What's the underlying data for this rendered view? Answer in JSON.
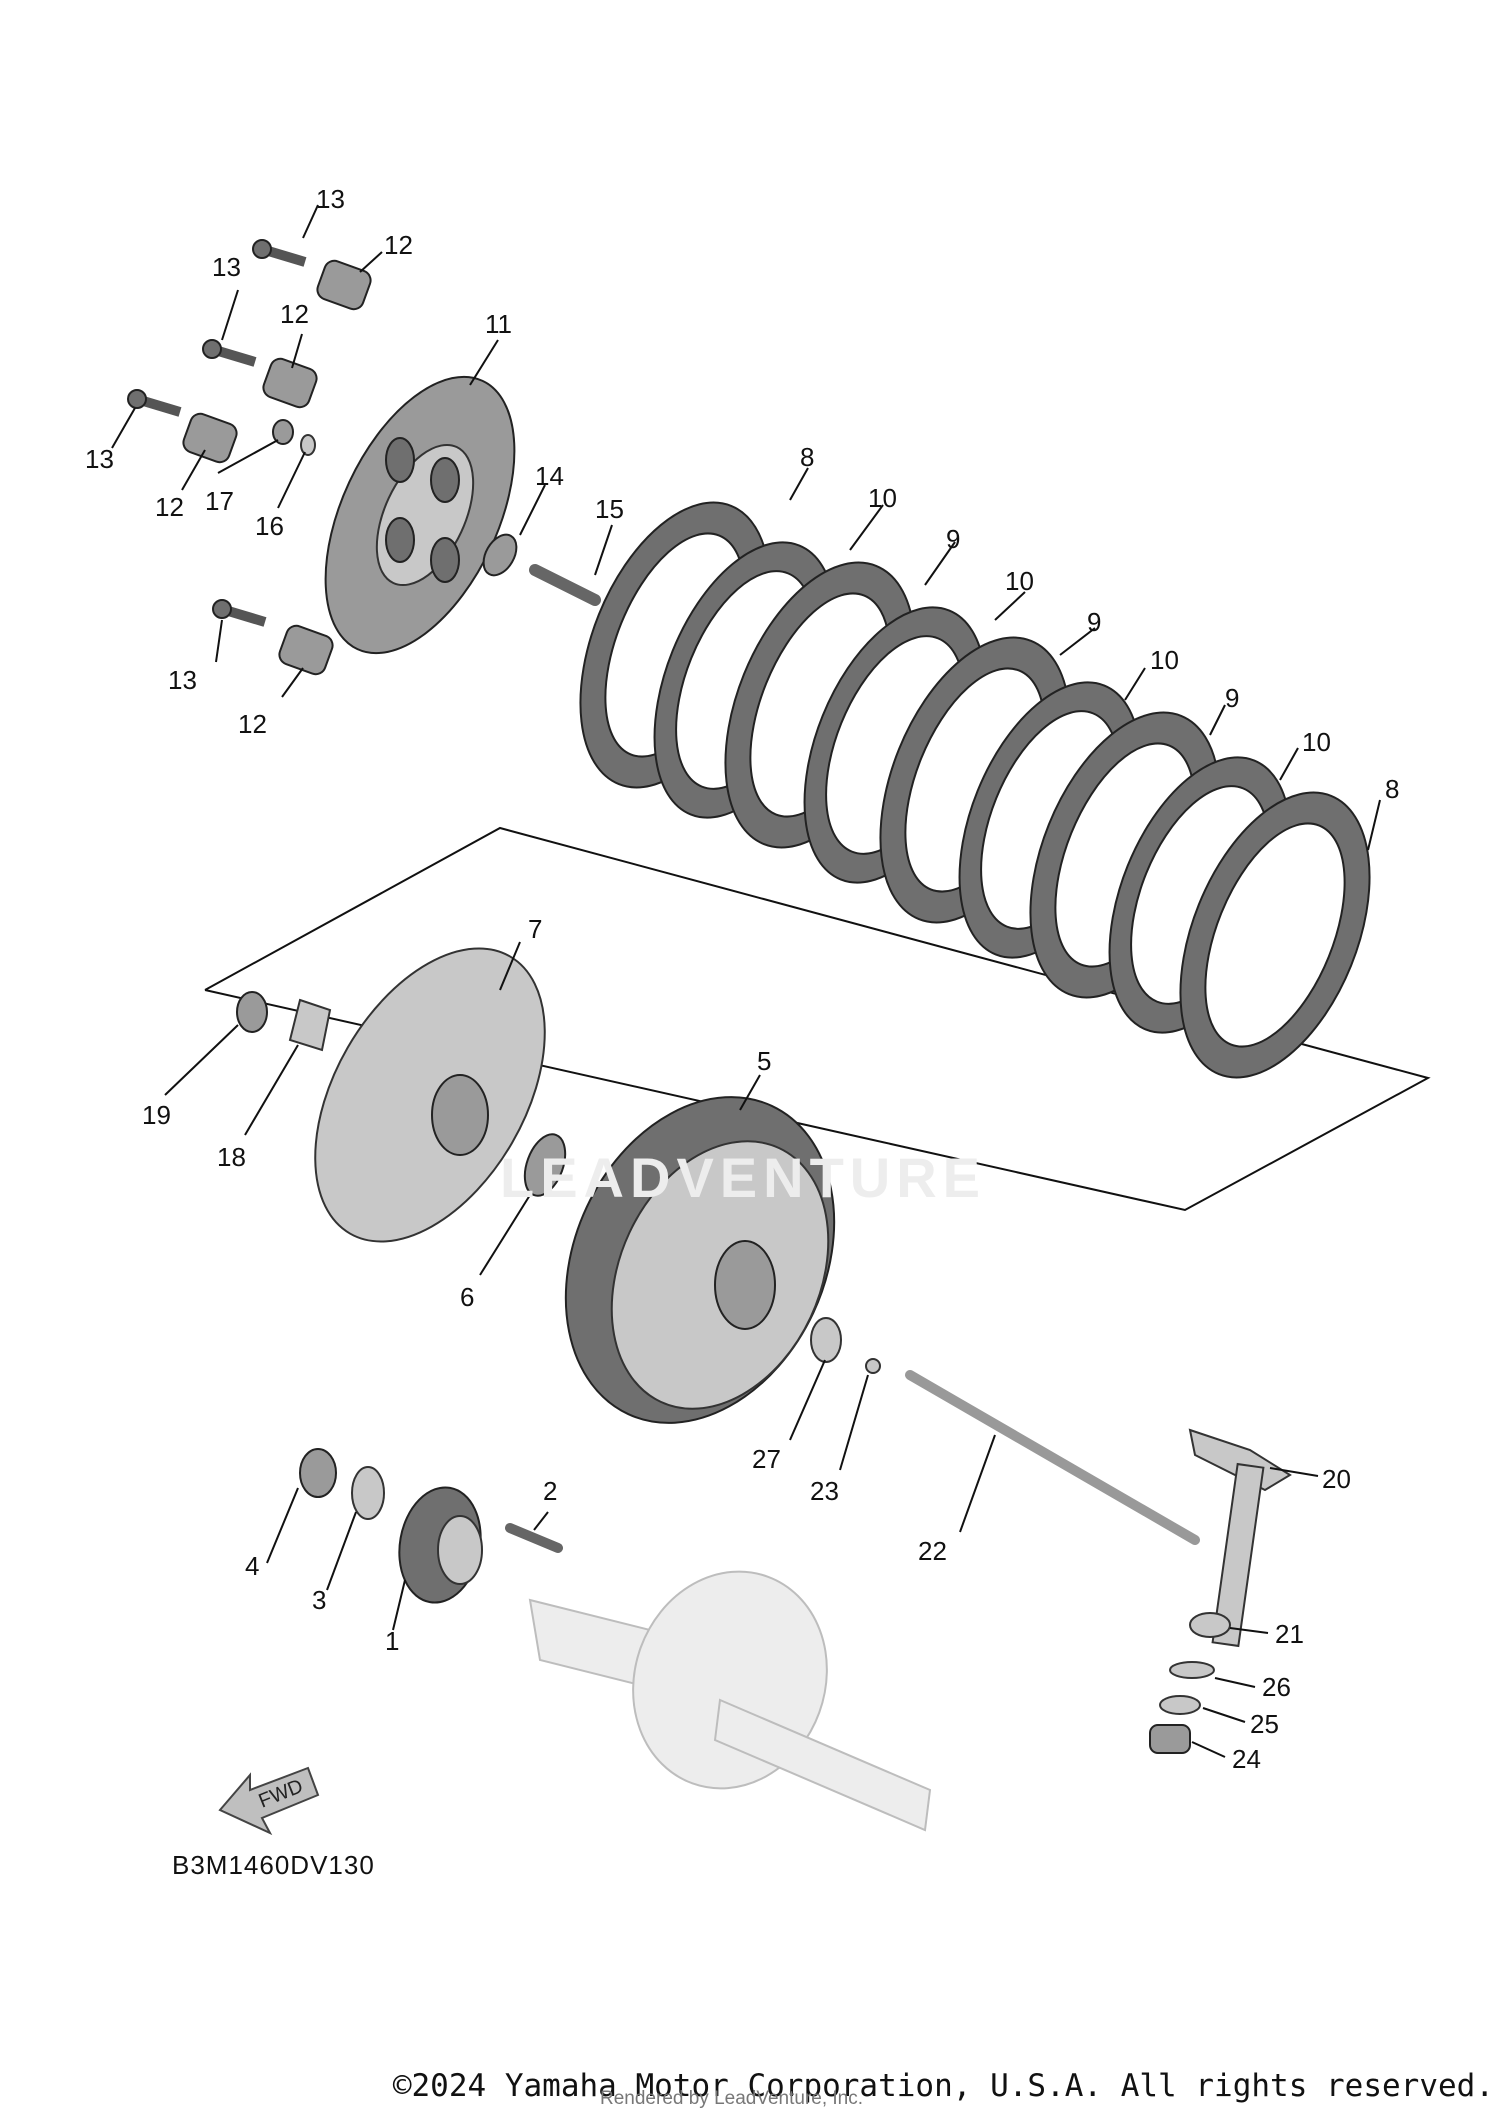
{
  "diagram": {
    "reference_code": "B3M1460DV130",
    "fwd_label": "FWD",
    "watermark": "LEADVENTURE",
    "copyright": "©2024 Yamaha Motor Corporation, U.S.A. All rights reserved.",
    "rendered_by": "Rendered by LeadVenture, Inc.",
    "callouts": {
      "c1": "1",
      "c2": "2",
      "c3": "3",
      "c4": "4",
      "c5": "5",
      "c6": "6",
      "c7": "7",
      "c8a": "8",
      "c8b": "8",
      "c9a": "9",
      "c9b": "9",
      "c9c": "9",
      "c10a": "10",
      "c10b": "10",
      "c10c": "10",
      "c10d": "10",
      "c11": "11",
      "c12a": "12",
      "c12b": "12",
      "c12c": "12",
      "c12d": "12",
      "c13a": "13",
      "c13b": "13",
      "c13c": "13",
      "c13d": "13",
      "c14": "14",
      "c15": "15",
      "c16": "16",
      "c17": "17",
      "c18": "18",
      "c19": "19",
      "c20": "20",
      "c21": "21",
      "c22": "22",
      "c23": "23",
      "c24": "24",
      "c25": "25",
      "c26": "26",
      "c27": "27"
    }
  }
}
